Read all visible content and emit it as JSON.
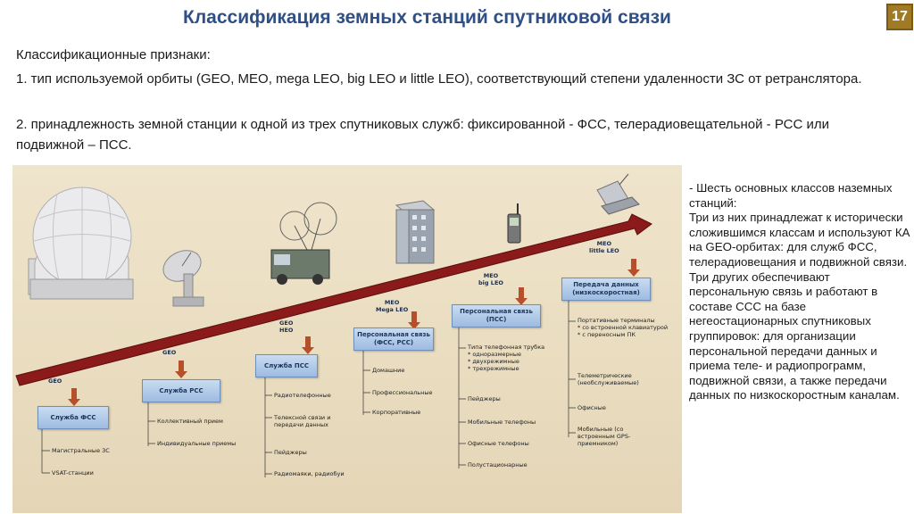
{
  "title": "Классификация земных станций спутниковой связи",
  "page_number": "17",
  "intro": {
    "heading": "Классификационные признаки:",
    "item1": "1. тип используемой орбиты (GEO, MEO, mega LEO, big LEO и little LEO), соответствующий степени удаленности ЗС от ретранслятора.",
    "item2": "2. принадлежность земной станции к одной из трех спутниковых служб: фиксированной - ФСС, телерадиовещательной - РСС или подвижной – ПСС."
  },
  "diagram": {
    "orbits": [
      "GEO",
      "GEO",
      "GEO\nHEO",
      "MEO\nMega LEO",
      "MEO\nbig LEO",
      "MEO\nlittle LEO"
    ],
    "classes": [
      {
        "label": "Служба ФСС",
        "items": [
          "Магистральные ЗС",
          "VSAT-станции"
        ]
      },
      {
        "label": "Служба РСС",
        "items": [
          "Коллективный прием",
          "Индивидуальные приемы"
        ]
      },
      {
        "label": "Служба ПСС",
        "items": [
          "Радиотелефонные",
          "Телексной связи и передачи данных",
          "Пейджеры",
          "Радиомаяки, радиобуи"
        ]
      },
      {
        "label": "Персональная связь (ФСС, РСС)",
        "items": [
          "Домашние",
          "Профессиональные",
          "Корпоративные"
        ]
      },
      {
        "label": "Персональная связь (ПСС)",
        "items": [
          "Типа телефонная трубка\n* одноразмерные\n* двухрежимные\n* трехрежимные",
          "Пейджеры",
          "Мобильные телефоны",
          "Офисные телефоны",
          "Полустационарные"
        ]
      },
      {
        "label": "Передача данных (низкоскоростная)",
        "items": [
          "Портативные терминалы\n* со встроенной клавиатурой\n* с переносным ПК",
          "Телеметрические (необслуживаемые)",
          "Офисные",
          "Мобильные (со встроенным GPS-приемником)"
        ]
      }
    ],
    "colors": {
      "arrow": "#8b1a1a",
      "box": "#a9c4e6",
      "background": "#ece1c7"
    }
  },
  "side": {
    "lines": [
      "- Шесть основных классов наземных станций:",
      "Три из них принадлежат к исторически сложившимся классам и используют КА на GEO-орбитах: для служб ФСС, телерадиовещания и подвижной связи.",
      "Три других обеспечивают персональную связь и работают в составе ССС на базе негеостационарных спутниковых группировок: для организации персональной передачи данных и приема теле- и радиопрограмм, подвижной связи, а также передачи данных по низкоскоростным каналам."
    ]
  }
}
